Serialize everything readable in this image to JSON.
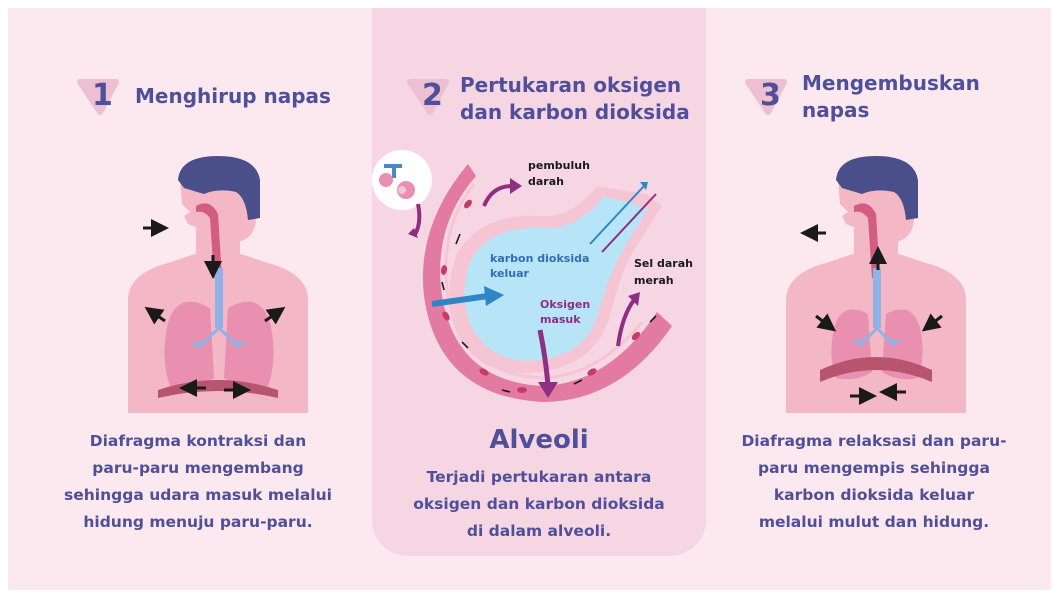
{
  "steps": [
    {
      "number": "1",
      "title": [
        "Menghirup napas"
      ],
      "description": [
        "Diafragma kontraksi dan",
        "paru-paru mengembang",
        "sehingga udara masuk melalui",
        "hidung menuju paru-paru."
      ]
    },
    {
      "number": "2",
      "title": [
        "Pertukaran oksigen",
        "dan karbon dioksida"
      ],
      "heading": "Alveoli",
      "description": [
        "Terjadi pertukaran antara",
        "oksigen dan karbon dioksida",
        "di dalam alveoli."
      ],
      "labels": {
        "blood_vessel": [
          "pembuluh",
          "darah"
        ],
        "co2_out": [
          "karbon dioksida",
          "keluar"
        ],
        "oxygen_in": [
          "Oksigen",
          "masuk"
        ],
        "red_blood_cell": [
          "Sel darah",
          "merah"
        ]
      }
    },
    {
      "number": "3",
      "title": [
        "Mengembuskan",
        "napas"
      ],
      "description": [
        "Diafragma relaksasi dan paru-",
        "paru mengempis sehingga",
        "karbon dioksida keluar",
        "melalui mulut dan hidung."
      ]
    }
  ],
  "colors": {
    "background": "#fbe9ef",
    "middle_panel": "#f6d6e3",
    "text": "#4f4f9a",
    "hair": "#4a4f8a",
    "skin": "#f4b7c6",
    "lung": "#e98fb0",
    "diaphragm": "#b7556f",
    "alveolus": "#b8e4f7",
    "vessel_outer": "#e27aa2",
    "oxygen_arrow": "#8e2f83",
    "co2_arrow": "#2f86c6"
  }
}
